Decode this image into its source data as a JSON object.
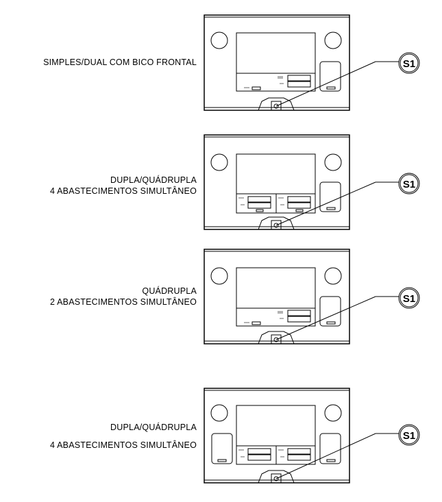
{
  "panels": [
    {
      "lines": [
        "SIMPLES/DUAL COM BICO FRONTAL"
      ],
      "callout": "S1"
    },
    {
      "lines": [
        "DUPLA/QUÁDRUPLA",
        "4 ABASTECIMENTOS SIMULTÂNEO"
      ],
      "callout": "S1"
    },
    {
      "lines": [
        "QUÁDRUPLA",
        "2 ABASTECIMENTOS SIMULTÂNEO"
      ],
      "callout": "S1"
    },
    {
      "lines": [
        "DUPLA/QUÁDRUPLA",
        "4 ABASTECIMENTOS SIMULTÂNEO"
      ],
      "callout": "S1"
    }
  ]
}
